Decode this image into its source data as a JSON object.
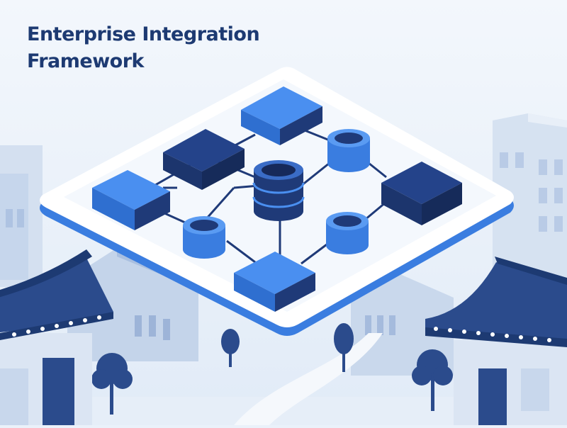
{
  "title": {
    "line1": "Enterprise Integration",
    "line2": "Framework"
  },
  "colors": {
    "background": "#eaf1fa",
    "title": "#1d3a72",
    "navy": "#1f3a78",
    "bright_blue": "#3f86ea",
    "platform": "#ffffff",
    "platform_edge": "#3a7de0",
    "roof": "#2b4b8c"
  },
  "illustration": {
    "components": [
      "platform",
      "block-top",
      "block-left",
      "block-mid-left",
      "block-right",
      "block-bottom",
      "cylinder-top-right",
      "cylinder-left",
      "cylinder-right",
      "central-database",
      "hanok-left",
      "hanok-right",
      "tower-right",
      "tree-left",
      "tree-center",
      "tree-small",
      "tree-right"
    ]
  }
}
